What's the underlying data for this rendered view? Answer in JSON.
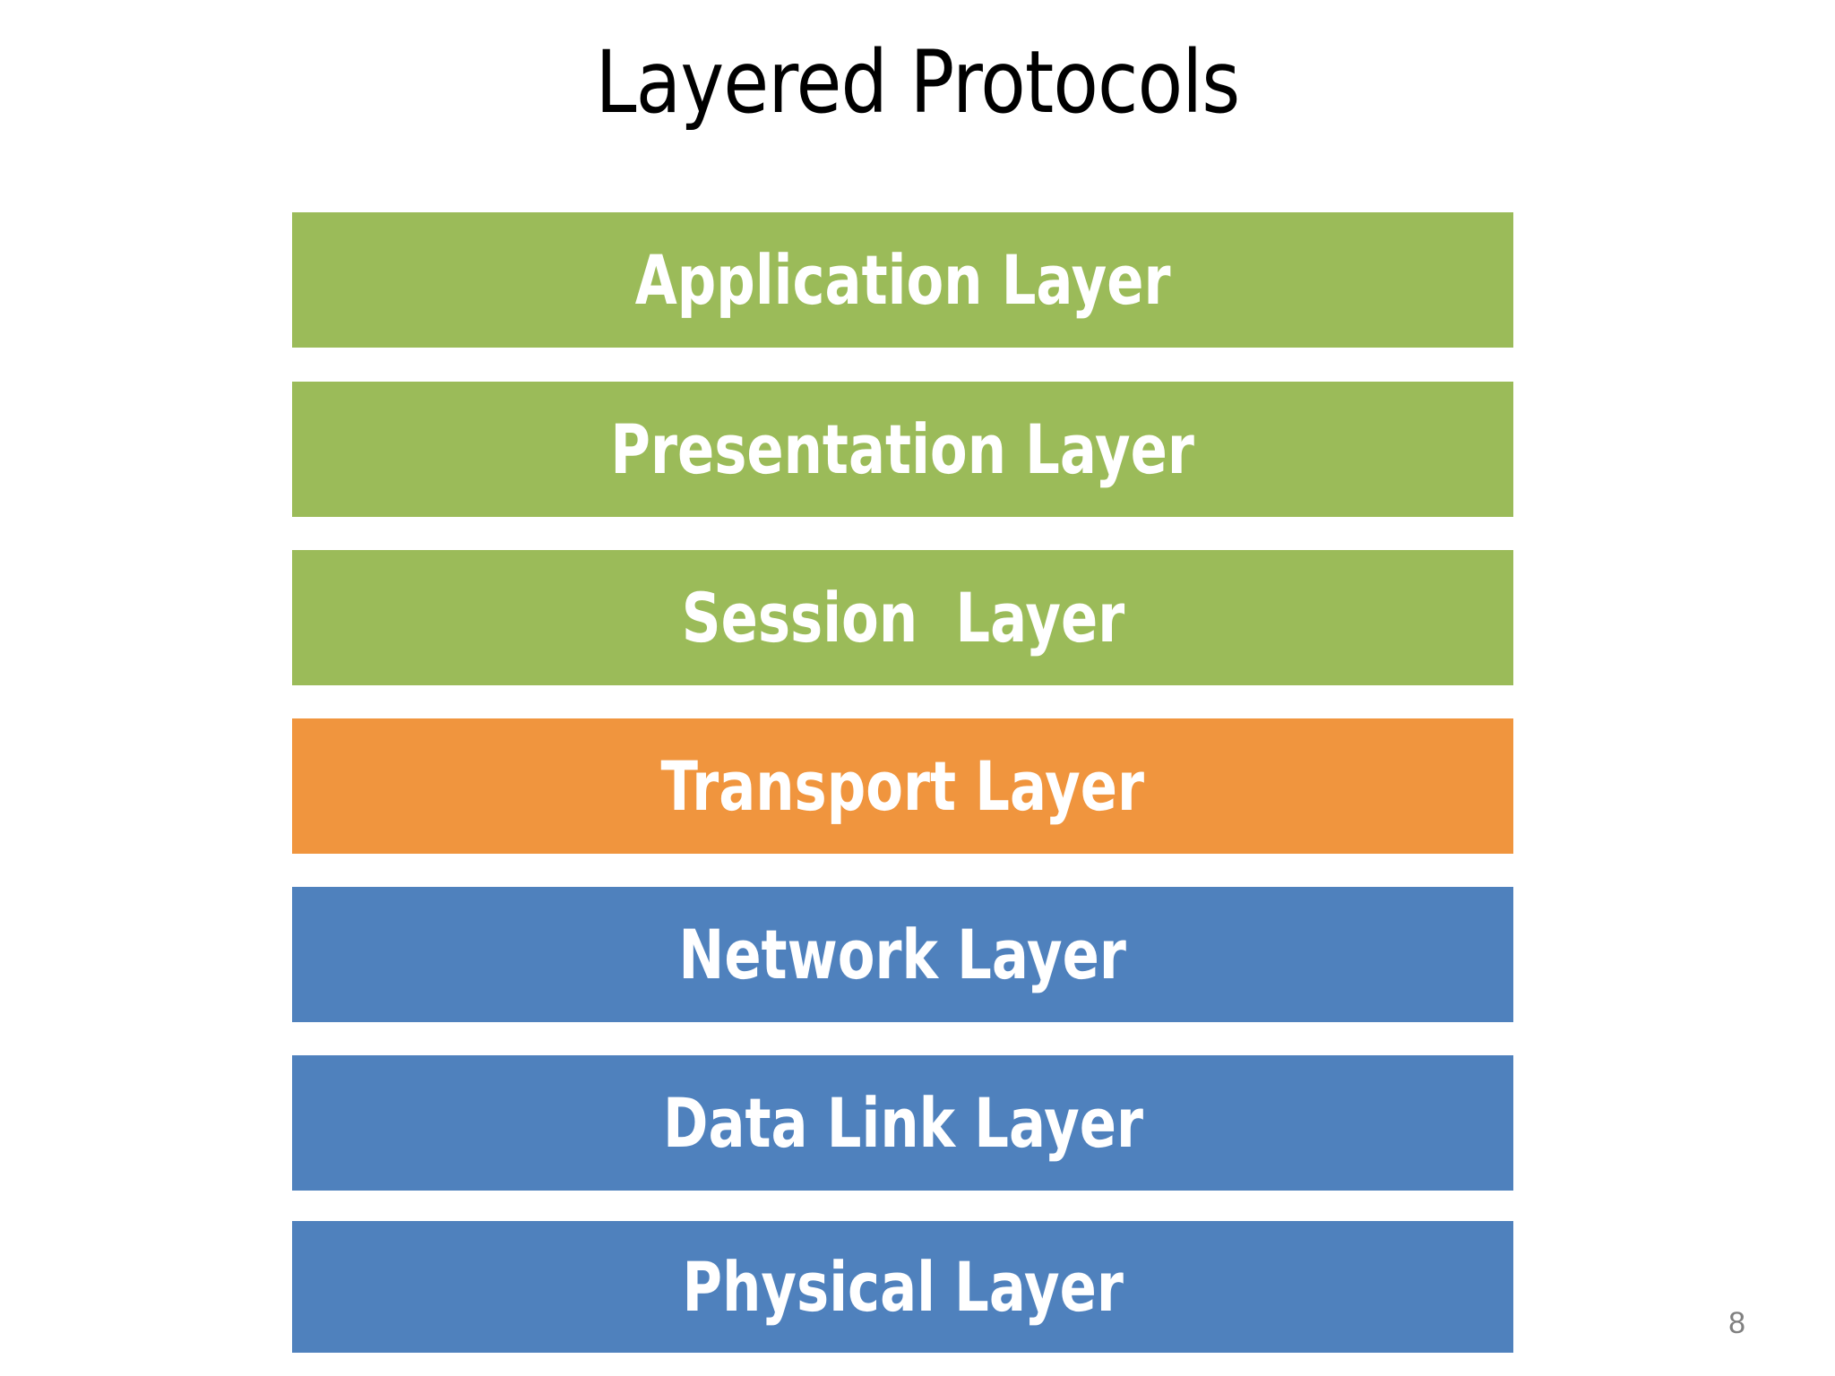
{
  "slide": {
    "title": "Layered Protocols",
    "page_number": "8",
    "background_color": "#FFFFFF",
    "title_color": "#000000",
    "page_number_color": "#808080"
  },
  "colors": {
    "green": "#9BBB59",
    "orange": "#F0953E",
    "blue": "#4F81BD",
    "label_text": "#FFFFFF"
  },
  "layers": [
    {
      "label": "Application Layer",
      "color": "#9BBB59",
      "group": "upper"
    },
    {
      "label": "Presentation Layer",
      "color": "#9BBB59",
      "group": "upper"
    },
    {
      "label": "Session  Layer",
      "color": "#9BBB59",
      "group": "upper"
    },
    {
      "label": "Transport Layer",
      "color": "#F0953E",
      "group": "middle"
    },
    {
      "label": "Network Layer",
      "color": "#4F81BD",
      "group": "lower"
    },
    {
      "label": "Data Link Layer",
      "color": "#4F81BD",
      "group": "lower"
    },
    {
      "label": "Physical Layer",
      "color": "#4F81BD",
      "group": "lower"
    }
  ]
}
